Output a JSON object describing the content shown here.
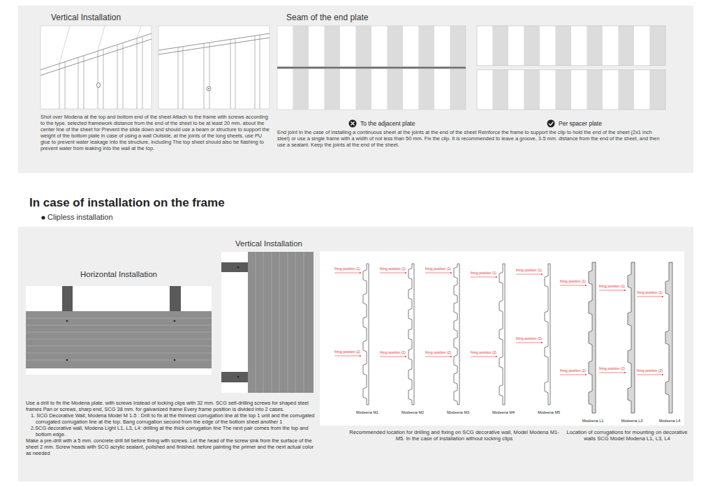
{
  "diagram": {
    "nodes": [
      {
        "text": [
          "Vertical Installation",
          "Shot over Modena at the top and bottom end of the sheet Attach to the frame with screws according to the type. selected framework distance from the end of the sheet to be at least 20 mm. about the center line of the sheet for Prevent the slide down and should use a beam or structure to support the weight of the bottom plate in case of using a wall Outside, at the joints of the long sheets, use PU glue to prevent water leakage into the structure, including The top sheet should also be flashing to prevent water from leaking into the wall at the top.",
          "Seam of the end plate",
          "To the adjacent plate",
          "Per spacer plate",
          "End joint In the case of installing a continuous sheet at the joints at the end of the sheet Reinforce the frame to support the clip to hold the end of the sheet (2x1 inch steel) or use a single frame with a width of not less than 50 mm. Fix the clip. It is recommended to leave a groove, 3-5 mm. distance from the end of the sheet, and then use a sealant. Keep the joints at the end of the sheet."
        ]
      },
      {
        "text": [
          "Horizontal Installation",
          "Vertical Installation",
          "Use a drill to fix the Modena plate. with screws instead of locking clips with 32 mm. SCG self-drilling screws for shaped steel frames Pan or screws, sharp end, SCG 38 mm. for galvanized frame Every frame position is divided into 2 cases.",
          "1. SCG Decorative Wall, Modena Model M 1-5 : Drill to fix at the thinnest corrugation line at the top 1 unit and the corrugated corrugated corrugation line at the top. Bang corrugation second from the edge of the bottom sheet another 1",
          "2.SCG decorative wall, Modena Light L1, L3, L4: drilling at the thick corrugation line The next pair comes from the top and bottom edge.",
          "Make a pre-drill with a 5 mm. concrete drill bit before fixing with screws. Let the head of the screw sink from the surface of the sheet 2 mm. Screw heads with SCG acrylic sealant, polished and finished. before painting the primer and the next actual color as needed",
          "Recommended location for drilling and fixing on SCG decorative wall, Model Modena M1-M5. In the case of installation without locking clips",
          "Location of corrugations for mounting on decorative walls SCG Model Modena L1, L3, L4"
        ]
      },
      {
        "text": [
          "firing position (1)",
          "firing position (1)",
          "firing position (1)",
          "firing position (1)",
          "firing position (1)",
          "firing position (1)",
          "firing position (1)",
          "firing position (1)",
          "firing position (2)",
          "firing position (2)",
          "firing position (2)",
          "firing position (2)",
          "firing position (2)",
          "firing position (2)",
          "firing position (2)",
          "firing position (2)",
          "Modeena M1",
          "Modeena M2",
          "Modeena M3",
          "Modeena M4",
          "Modeena M5",
          "Modeena L1",
          "Modeena L3",
          "Modeena L4"
        ],
        "in": 1
      }
    ],
    "labels": [
      "In case of installation on the frame",
      "Clipless installation"
    ]
  }
}
